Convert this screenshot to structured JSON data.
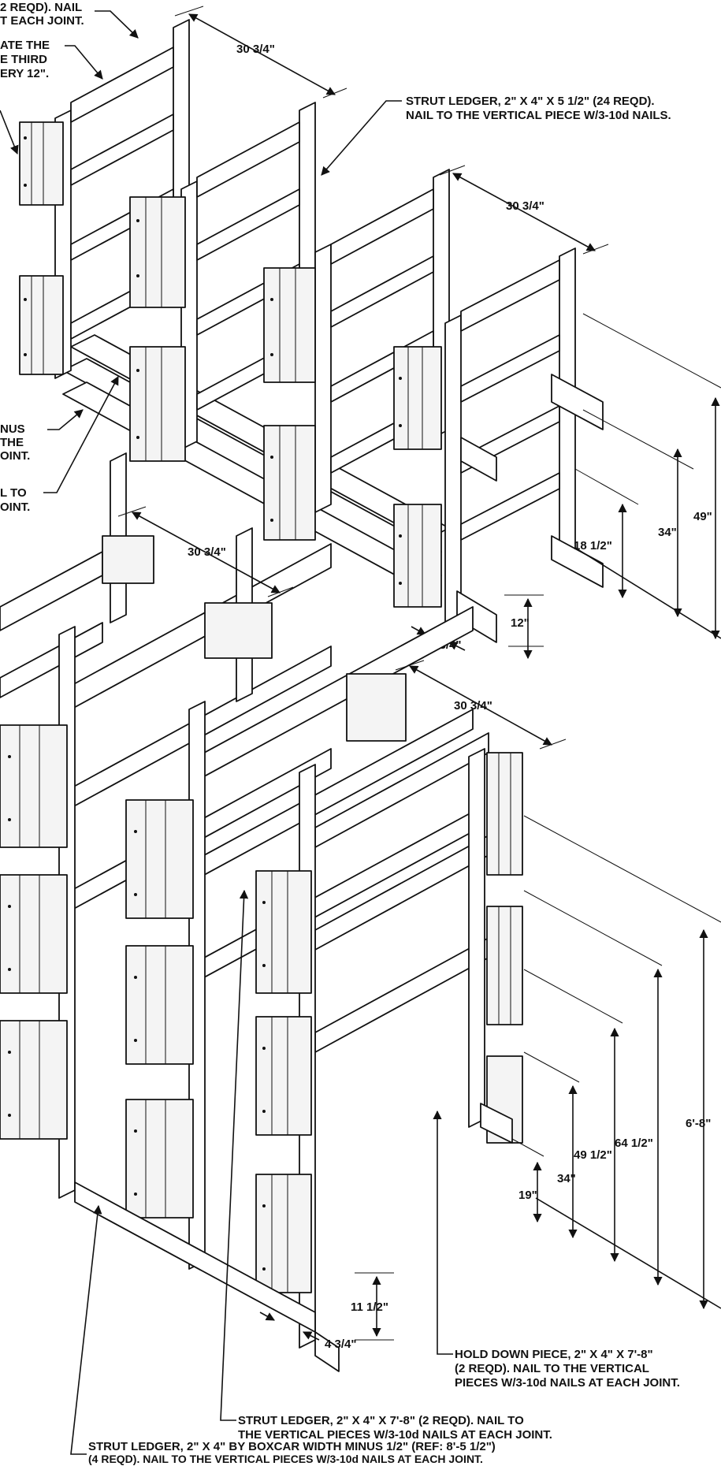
{
  "upper_assembly": {
    "callouts": [
      {
        "id": "c1a",
        "text": "2 REQD).  NAIL"
      },
      {
        "id": "c1b",
        "text": "T EACH JOINT."
      },
      {
        "id": "c2a",
        "text": "ATE THE"
      },
      {
        "id": "c2b",
        "text": "E THIRD"
      },
      {
        "id": "c2c",
        "text": "ERY 12\"."
      },
      {
        "id": "c3a",
        "text": "STRUT LEDGER, 2\" X 4\" X 5 1/2\" (24 REQD)."
      },
      {
        "id": "c3b",
        "text": "NAIL TO THE VERTICAL PIECE W/3-10d NAILS."
      },
      {
        "id": "c4a",
        "text": "NUS"
      },
      {
        "id": "c4b",
        "text": "THE"
      },
      {
        "id": "c4c",
        "text": "OINT."
      },
      {
        "id": "c5a",
        "text": "L TO"
      },
      {
        "id": "c5b",
        "text": "OINT."
      }
    ],
    "dimensions": [
      {
        "id": "u1",
        "text": "30 3/4\""
      },
      {
        "id": "u2",
        "text": "30 3/4\""
      },
      {
        "id": "u3",
        "text": "49\""
      },
      {
        "id": "u4",
        "text": "34\""
      },
      {
        "id": "u5",
        "text": "18 1/2\""
      },
      {
        "id": "u6",
        "text": "12\""
      },
      {
        "id": "u7",
        "text": "9 3/4\""
      }
    ]
  },
  "lower_assembly": {
    "dimensions": [
      {
        "id": "l1",
        "text": "30 3/4\""
      },
      {
        "id": "l2",
        "text": "30 3/4\""
      },
      {
        "id": "l3",
        "text": "6'-8\""
      },
      {
        "id": "l4",
        "text": "64 1/2\""
      },
      {
        "id": "l5",
        "text": "49 1/2\""
      },
      {
        "id": "l6",
        "text": "34\""
      },
      {
        "id": "l7",
        "text": "19\""
      },
      {
        "id": "l8",
        "text": "11 1/2\""
      },
      {
        "id": "l9",
        "text": "4 3/4\""
      }
    ],
    "callouts": [
      {
        "id": "h1",
        "text": "HOLD DOWN PIECE, 2\" X 4\" X 7'-8\""
      },
      {
        "id": "h2",
        "text": "(2 REQD).  NAIL TO THE VERTICAL"
      },
      {
        "id": "h3",
        "text": "PIECES W/3-10d NAILS AT EACH JOINT."
      },
      {
        "id": "s1",
        "text": "STRUT LEDGER, 2\" X 4\" X 7'-8\" (2 REQD).  NAIL TO"
      },
      {
        "id": "s2",
        "text": "THE VERTICAL PIECES W/3-10d NAILS AT EACH JOINT."
      },
      {
        "id": "b1",
        "text": "STRUT LEDGER, 2\" X 4\" BY BOXCAR WIDTH MINUS 1/2\" (REF: 8'-5 1/2\")"
      },
      {
        "id": "b2",
        "text": "(4 REQD).  NAIL TO THE VERTICAL PIECES W/3-10d NAILS AT EACH JOINT."
      }
    ]
  }
}
